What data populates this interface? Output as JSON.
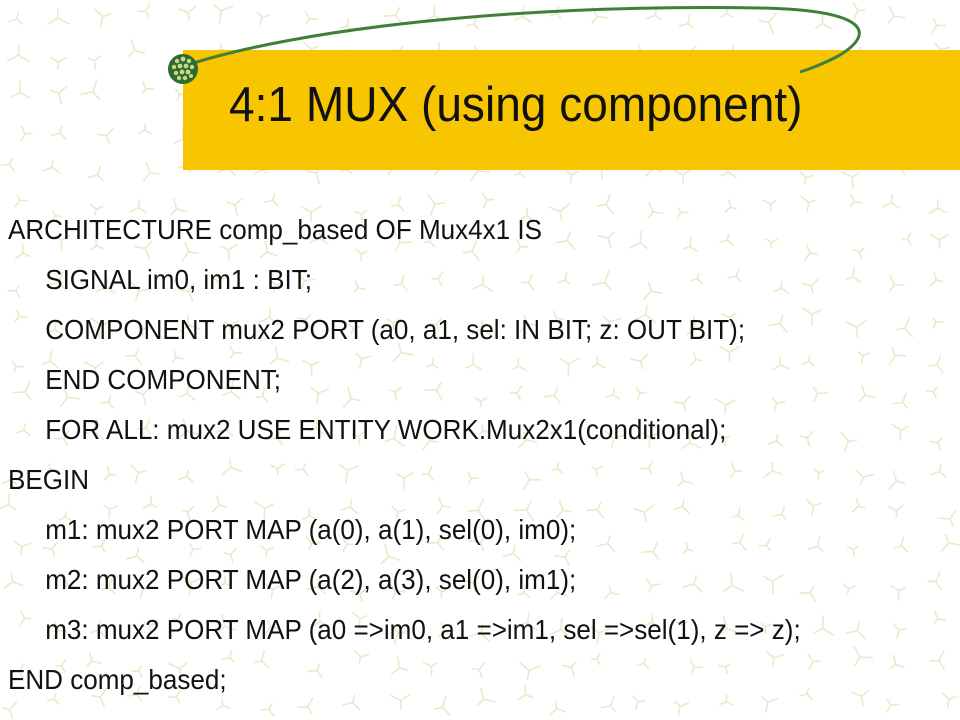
{
  "slide": {
    "title": "4:1 MUX (using component)",
    "code_lines": [
      {
        "text": "ARCHITECTURE comp_based OF Mux4x1 IS",
        "indent": 0
      },
      {
        "text": "SIGNAL im0, im1 : BIT;",
        "indent": 1
      },
      {
        "text": "COMPONENT mux2 PORT (a0, a1, sel: IN BIT; z: OUT BIT);",
        "indent": 1
      },
      {
        "text": "END COMPONENT;",
        "indent": 1
      },
      {
        "text": "FOR ALL: mux2 USE ENTITY WORK.Mux2x1(conditional);",
        "indent": 1
      },
      {
        "text": "BEGIN",
        "indent": 0
      },
      {
        "text": "m1: mux2 PORT MAP (a(0), a(1), sel(0), im0);",
        "indent": 1
      },
      {
        "text": "m2: mux2 PORT MAP (a(2), a(3), sel(0), im1);",
        "indent": 1
      },
      {
        "text": "m3: mux2 PORT MAP (a0 =>im0, a1 =>im1, sel =>sel(1), z => z);",
        "indent": 1
      },
      {
        "text": "END comp_based;",
        "indent": 0
      }
    ]
  },
  "theme": {
    "title_band_color": "#f7c600",
    "pattern_color": "#d6d08a",
    "orbit_color": "#3f7f3a",
    "dot_color": "#2f6b2f",
    "text_color": "#111111"
  }
}
